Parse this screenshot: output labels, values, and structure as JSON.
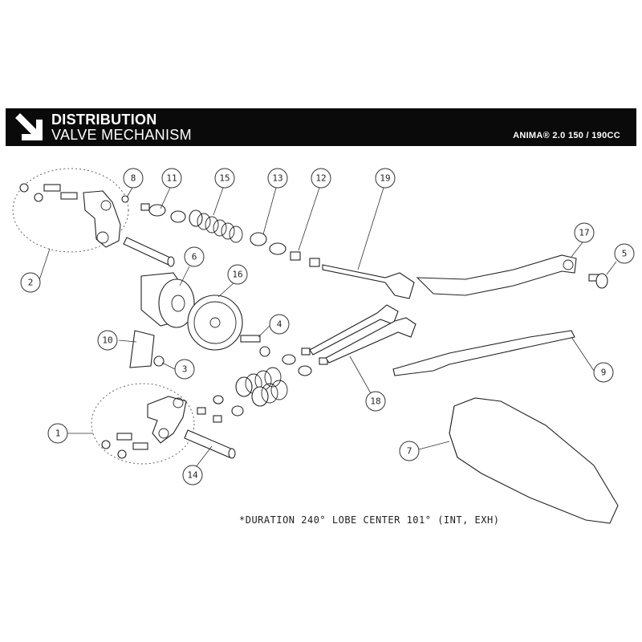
{
  "header": {
    "title": "DISTRIBUTION",
    "subtitle": "VALVE MECHANISM",
    "model": "ANIMA® 2.0 150 / 190CC"
  },
  "footnote": "*DURATION 240° LOBE CENTER 101° (INT, EXH)",
  "callouts": {
    "c1": "1",
    "c2": "2",
    "c3": "3",
    "c4": "4",
    "c5": "5",
    "c6": "6",
    "c7": "7",
    "c8": "8",
    "c9": "9",
    "c10": "10",
    "c11": "11",
    "c12": "12",
    "c13": "13",
    "c14": "14",
    "c15": "15",
    "c16": "16",
    "c17": "17",
    "c18": "18",
    "c19": "19"
  },
  "colors": {
    "header_bg": "#0a0a0a",
    "line": "#222222",
    "background": "#ffffff"
  }
}
